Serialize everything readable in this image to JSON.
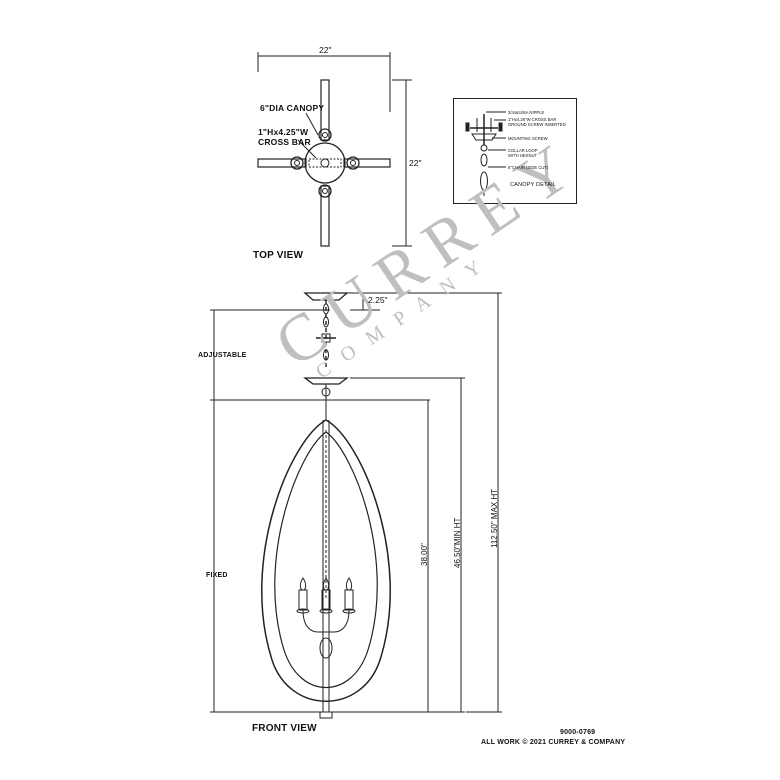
{
  "top_view": {
    "title": "TOP VIEW",
    "width_dim": "22\"",
    "depth_dim": "22\"",
    "canopy_label": "6\"DIA CANOPY",
    "crossbar_label_1": "1\"Hx4.25\"W",
    "crossbar_label_2": "CROSS BAR"
  },
  "canopy_detail": {
    "title": "CANOPY DETAIL",
    "callouts": [
      "3/4x&1/8IA NIPPLE",
      "1\"Hx4.25\"W CROSS BAR",
      "GROUND SCREW INSERTED",
      "MOUNTING SCREW",
      "COLLAR LOOP",
      "WITH HEXNUT",
      "6\"CHAIN (SIDE CUT)"
    ]
  },
  "front_view": {
    "title": "FRONT VIEW",
    "canopy_dim": "2.25\"",
    "adjustable_label": "ADJUSTABLE",
    "fixed_label": "FIXED",
    "max_height": "112.50\" MAX HT",
    "min_height": "46.50\"MIN HT",
    "body_height": "38.00\""
  },
  "footer": {
    "model_number": "9000-0769",
    "copyright": "ALL WORK © 2021 CURREY & COMPANY"
  },
  "watermark": {
    "brand": "CURREY",
    "sub": "COMPANY"
  },
  "colors": {
    "line": "#222222",
    "watermark": "#bfbfbf"
  }
}
